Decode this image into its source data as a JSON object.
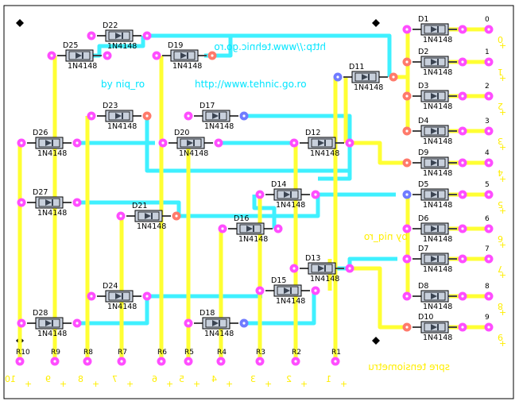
{
  "texts": {
    "url": "http://www.tehnic.go.ro",
    "url_mirrored": "http://www.tehnic.go.ro",
    "author": "by niq_ro",
    "author_mirrored": "by niq_ro",
    "caption_mirrored": "spre tensiometru"
  },
  "colors": {
    "trace_cyan": "#3ff0ff",
    "trace_yellow": "#ffff33",
    "pad_magenta": "#ff4dff",
    "pad_salmon": "#ff7a6b",
    "pad_blue": "#6f7bff",
    "diode_body": "#c8d0dc",
    "diode_band": "#3b4452"
  },
  "diodes": [
    {
      "ref": "D22",
      "part": "1N4148"
    },
    {
      "ref": "D25",
      "part": "1N4148"
    },
    {
      "ref": "D19",
      "part": "1N4148"
    },
    {
      "ref": "D11",
      "part": "1N4148"
    },
    {
      "ref": "D23",
      "part": "1N4148"
    },
    {
      "ref": "D17",
      "part": "1N4148"
    },
    {
      "ref": "D26",
      "part": "1N4148"
    },
    {
      "ref": "D20",
      "part": "1N4148"
    },
    {
      "ref": "D12",
      "part": "1N4148"
    },
    {
      "ref": "D14",
      "part": "1N4148"
    },
    {
      "ref": "D27",
      "part": "1N4148"
    },
    {
      "ref": "D21",
      "part": "1N4148"
    },
    {
      "ref": "D16",
      "part": "1N4148"
    },
    {
      "ref": "D13",
      "part": "1N4148"
    },
    {
      "ref": "D15",
      "part": "1N4148"
    },
    {
      "ref": "D24",
      "part": "1N4148"
    },
    {
      "ref": "D28",
      "part": "1N4148"
    },
    {
      "ref": "D18",
      "part": "1N4148"
    },
    {
      "ref": "D1",
      "part": "1N4148"
    },
    {
      "ref": "D2",
      "part": "1N4148"
    },
    {
      "ref": "D3",
      "part": "1N4148"
    },
    {
      "ref": "D4",
      "part": "1N4148"
    },
    {
      "ref": "D9",
      "part": "1N4148"
    },
    {
      "ref": "D5",
      "part": "1N4148"
    },
    {
      "ref": "D6",
      "part": "1N4148"
    },
    {
      "ref": "D7",
      "part": "1N4148"
    },
    {
      "ref": "D8",
      "part": "1N4148"
    },
    {
      "ref": "D10",
      "part": "1N4148"
    }
  ],
  "resistor_pads": [
    "R10",
    "R9",
    "R8",
    "R7",
    "R6",
    "R5",
    "R4",
    "R3",
    "R2",
    "R1"
  ],
  "bottom_pin_labels": [
    "10",
    "9",
    "8",
    "7",
    "6",
    "5",
    "4",
    "3",
    "2",
    "1"
  ],
  "output_pins": [
    "0",
    "1",
    "2",
    "3",
    "4",
    "5",
    "6",
    "7",
    "8",
    "9"
  ]
}
